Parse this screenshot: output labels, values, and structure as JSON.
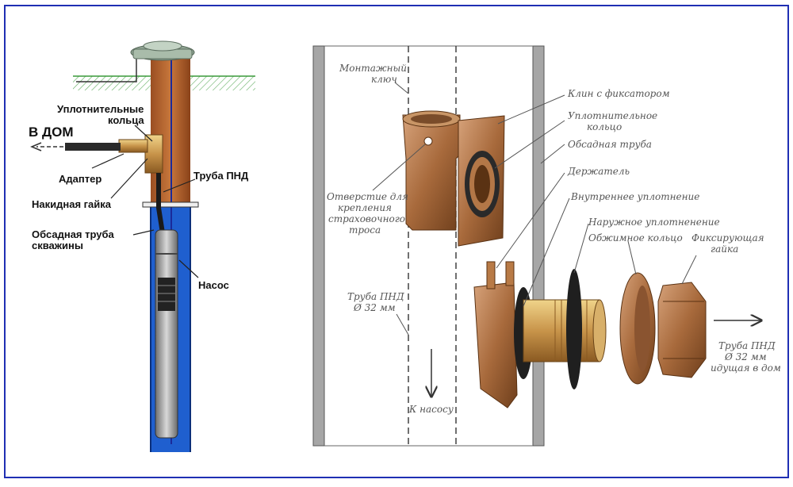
{
  "colors": {
    "frame_border": "#1f2fb3",
    "well_water": "#1f5fcf",
    "casing_copper": "#b5652d",
    "brass": "#c8944a",
    "bronze": "#a86a3c",
    "ground_hatch": "#3a9a3a",
    "pipe_dark": "#2a2a2a",
    "right_casing_gray": "#9e9e9e"
  },
  "left_diagram": {
    "labels": {
      "seal_rings_line1": "Уплотнительные",
      "seal_rings_line2": "кольца",
      "to_house": "В ДОМ",
      "adapter": "Адаптер",
      "pnd_pipe": "Труба ПНД",
      "union_nut": "Накидная гайка",
      "casing_line1": "Обсадная труба",
      "casing_line2": "скважины",
      "pump": "Насос"
    }
  },
  "right_diagram": {
    "labels": {
      "mount_key_line1": "Монтажный",
      "mount_key_line2": "ключ",
      "wedge_lock": "Клин с фиксатором",
      "seal_ring_line1": "Уплотнительное",
      "seal_ring_line2": "кольцо",
      "casing_pipe": "Обсадная труба",
      "holder": "Держатель",
      "inner_seal": "Внутреннее уплотнение",
      "outer_seal": "Наружное уплотненение",
      "crimp_ring": "Обжимное кольцо",
      "fixing_nut_line1": "Фиксирующая",
      "fixing_nut_line2": "гайка",
      "hole_line1": "Отверстие для",
      "hole_line2": "крепления",
      "hole_line3": "страховочного",
      "hole_line4": "троса",
      "pnd32_line1": "Труба ПНД",
      "pnd32_line2": "Ø 32 мм",
      "to_pump": "К насосу",
      "pnd_house_line1": "Труба ПНД",
      "pnd_house_line2": "Ø 32 мм",
      "pnd_house_line3": "идущая в дом"
    }
  }
}
